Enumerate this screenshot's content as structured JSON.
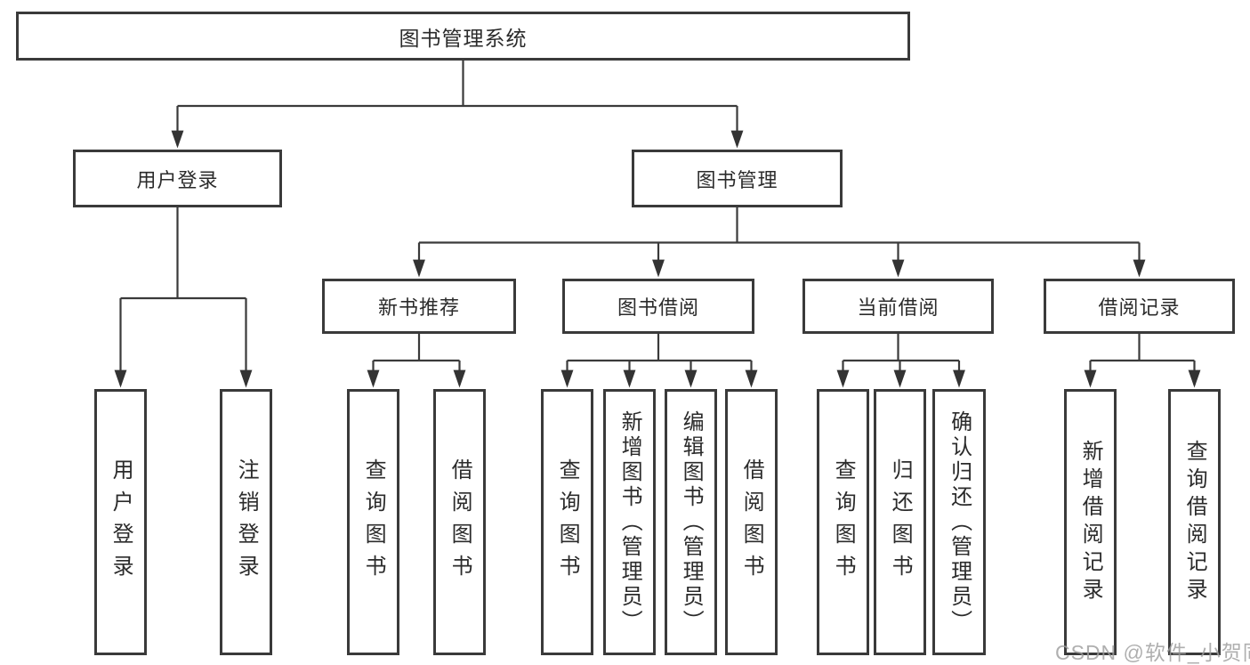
{
  "diagram": {
    "root": "图书管理系统",
    "level2": {
      "user_login": "用户登录",
      "book_management": "图书管理"
    },
    "level3": {
      "new_book_recommend": "新书推荐",
      "book_borrowing": "图书借阅",
      "current_borrowing": "当前借阅",
      "borrowing_records": "借阅记录"
    },
    "leaves": {
      "user_login": "用户登录",
      "logout": "注销登录",
      "recommend_query_books": "查询图书",
      "recommend_borrow_books": "借阅图书",
      "borrowing_query_books": "查询图书",
      "borrowing_add_books_admin": "新增图书（管理员）",
      "borrowing_edit_books_admin": "编辑图书（管理员）",
      "borrowing_borrow_books": "借阅图书",
      "current_query_books": "查询图书",
      "current_return_books": "归还图书",
      "current_confirm_return_admin": "确认归还（管理员）",
      "records_add_record": "新增借阅记录",
      "records_query_record": "查询借阅记录"
    },
    "colors": {
      "line": "#3a3a3a",
      "text": "#2b2b2b",
      "box_fill": "#ffffff",
      "watermark": "#9e9e9e"
    },
    "watermark": "CSDN @软件_小贺同学"
  }
}
